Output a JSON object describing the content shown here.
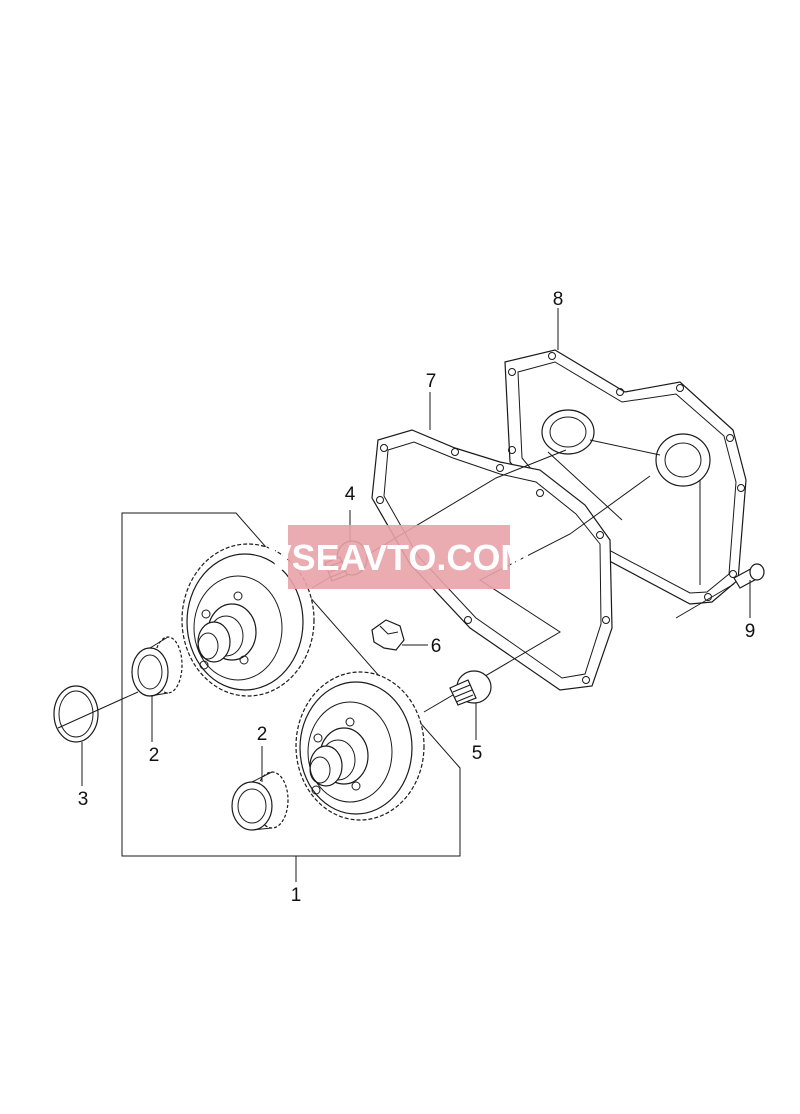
{
  "colors": {
    "line": "#1a1a1a",
    "watermark_bg": "#e8a2a8",
    "watermark_text": "#ffffff"
  },
  "watermark": {
    "text": "VSEAVTO.COM"
  },
  "callouts": [
    {
      "id": "1",
      "label": "1"
    },
    {
      "id": "2a",
      "label": "2"
    },
    {
      "id": "2b",
      "label": "2"
    },
    {
      "id": "3",
      "label": "3"
    },
    {
      "id": "4",
      "label": "4"
    },
    {
      "id": "5",
      "label": "5"
    },
    {
      "id": "6",
      "label": "6"
    },
    {
      "id": "7",
      "label": "7"
    },
    {
      "id": "8",
      "label": "8"
    },
    {
      "id": "9",
      "label": "9"
    }
  ]
}
